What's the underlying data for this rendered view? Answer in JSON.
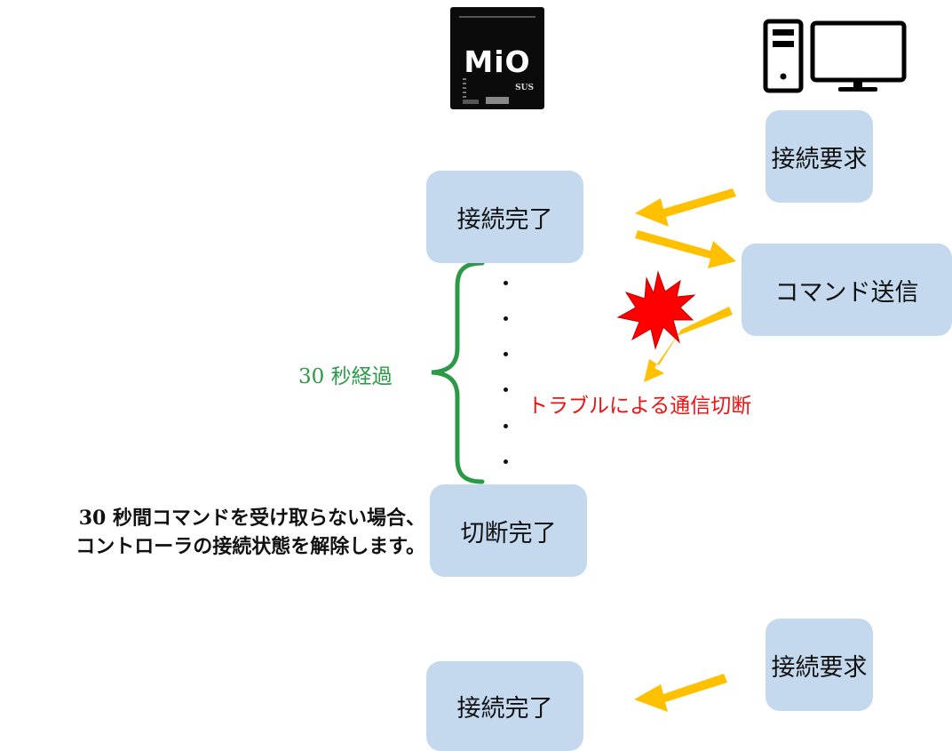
{
  "device_logo": "MiO",
  "device_brand": "SUS",
  "boxes": {
    "request_1": "接続要求",
    "complete_1": "接続完了",
    "command_send": "コマンド送信",
    "disconnect_complete": "切断完了",
    "request_2": "接続要求",
    "complete_2": "接続完了"
  },
  "labels": {
    "elapsed": "30 秒経過",
    "trouble": "トラブルによる通信切断",
    "note_line1": "30 秒間コマンドを受け取らない場合、",
    "note_line2": "コントローラの接続状態を解除します。"
  },
  "colors": {
    "box": "#c5d9ee",
    "arrow": "#ffc000",
    "brace": "#2b9a46",
    "trouble": "#ee1111",
    "burst": "#ff0000"
  }
}
